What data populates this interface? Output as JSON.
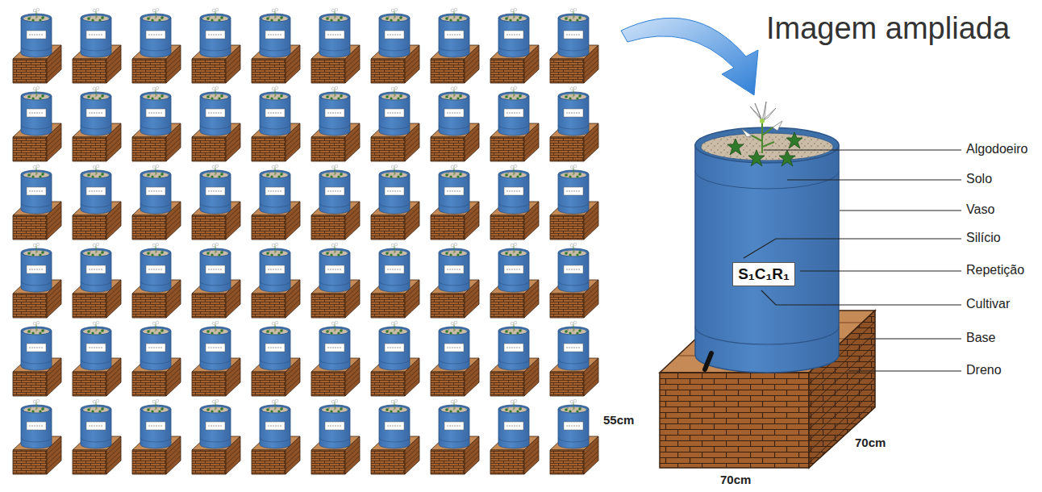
{
  "diagram": {
    "title": "Imagem ampliada",
    "nodes": [
      {
        "text": [
          "S₁C₁R₁"
        ]
      }
    ],
    "labels": [
      "Algodoeiro",
      "Solo",
      "Vaso",
      "Silício",
      "Repetição",
      "Cultivar",
      "Base",
      "Dreno",
      "55cm",
      "70cm",
      "70cm"
    ]
  }
}
